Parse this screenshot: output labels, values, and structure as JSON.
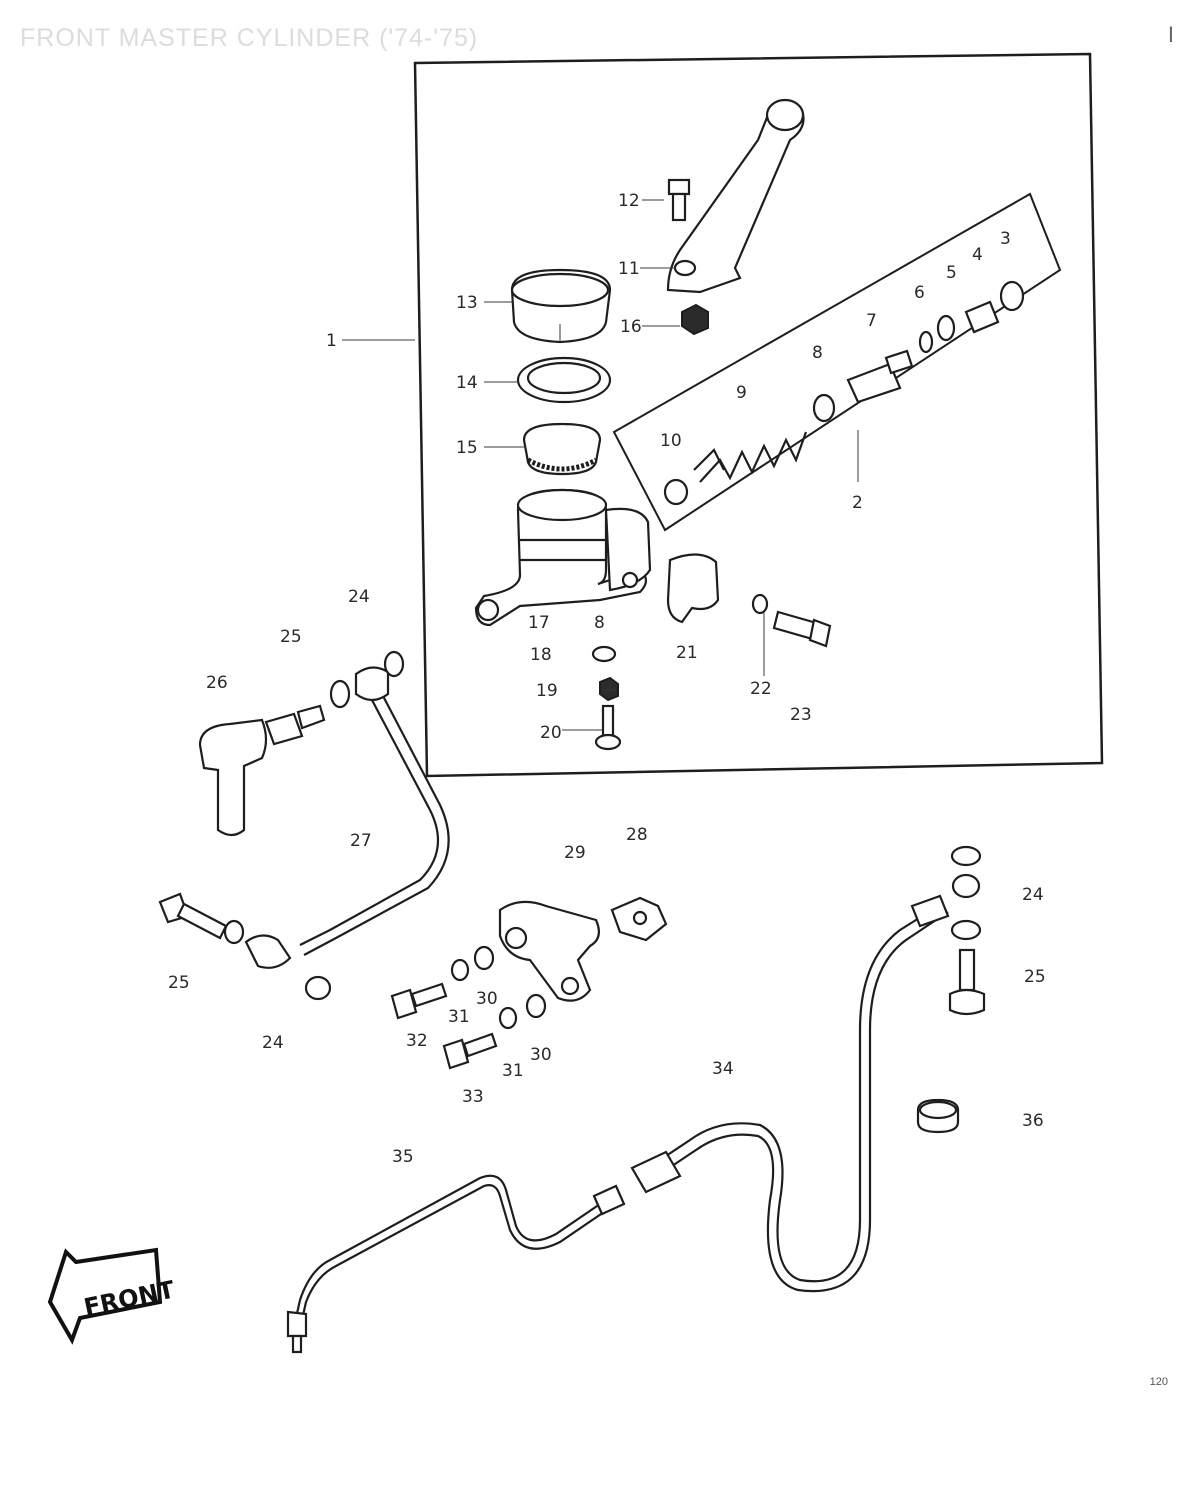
{
  "page": {
    "title": "FRONT MASTER CYLINDER ('74-'75)",
    "corner_mark": "I",
    "page_number": "120"
  },
  "front_indicator": {
    "text": "FRONT"
  },
  "part_labels": [
    "1",
    "2",
    "3",
    "4",
    "5",
    "6",
    "7",
    "8",
    "8",
    "9",
    "10",
    "11",
    "12",
    "13",
    "14",
    "15",
    "16",
    "17",
    "18",
    "19",
    "20",
    "21",
    "22",
    "23",
    "24",
    "24",
    "24",
    "25",
    "25",
    "25",
    "26",
    "27",
    "28",
    "29",
    "30",
    "30",
    "31",
    "31",
    "32",
    "33",
    "34",
    "35",
    "36"
  ]
}
